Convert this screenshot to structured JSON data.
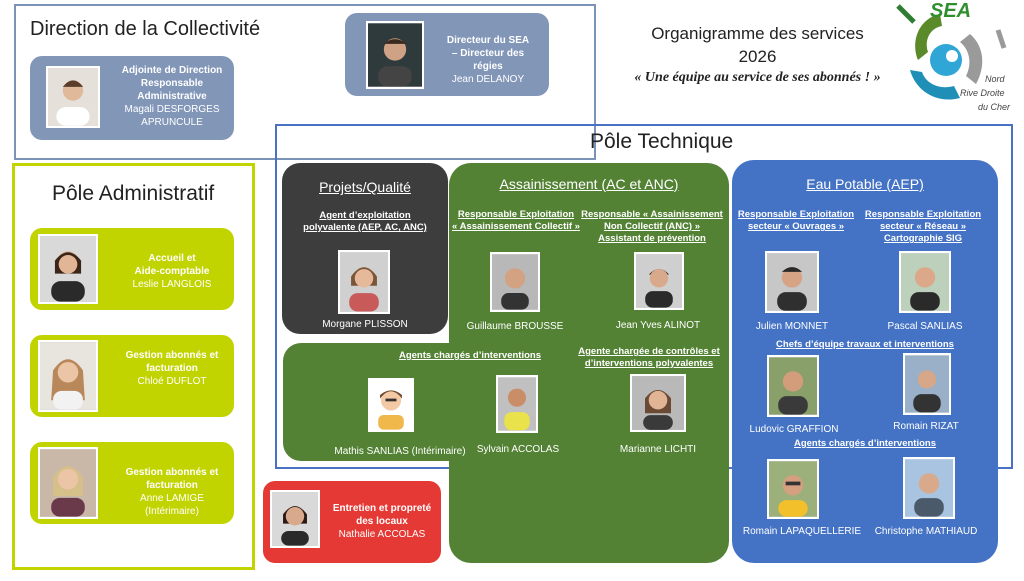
{
  "header": {
    "title_line1": "Organigramme des services",
    "title_line2": "2026",
    "slogan": "« Une équipe au service de ses abonnés ! »"
  },
  "logo": {
    "name": "SEA",
    "line1": "Nord",
    "line2": "Rive Droite",
    "line3": "du Cher"
  },
  "direction": {
    "title": "Direction de la Collectivité",
    "adjointe": {
      "role_line1": "Adjointe de Direction",
      "role_line2": "Responsable",
      "role_line3": "Administrative",
      "name_line1": "Magali DESFORGES",
      "name_line2": "APRUNCULE"
    },
    "directeur": {
      "role_line1": "Directeur du SEA",
      "role_line2": "– Directeur des",
      "role_line3": "régies",
      "name": "Jean DELANOY"
    }
  },
  "admin": {
    "title": "Pôle Administratif",
    "members": [
      {
        "role_line1": "Accueil et",
        "role_line2": "Aide-comptable",
        "name_line1": "Leslie LANGLOIS",
        "name_line2": ""
      },
      {
        "role_line1": "Gestion abonnés et",
        "role_line2": "facturation",
        "name_line1": "Chloé DUFLOT",
        "name_line2": ""
      },
      {
        "role_line1": "Gestion abonnés et",
        "role_line2": "facturation",
        "name_line1": "Anne LAMIGE",
        "name_line2": "(Intérimaire)"
      }
    ],
    "entretien": {
      "role_line1": "Entretien et propreté",
      "role_line2": "des locaux",
      "name": "Nathalie ACCOLAS"
    }
  },
  "technique": {
    "title": "Pôle Technique",
    "projets": {
      "title": "Projets/Qualité",
      "role_line1": "Agent d’exploitation",
      "role_line2": "polyvalente (AEP, AC, ANC)",
      "name": "Morgane PLISSON"
    },
    "assainissement": {
      "title": "Assainissement (AC et ANC)",
      "role1_line1": "Responsable Exploitation",
      "role1_line2": "« Assainissement Collectif »",
      "name1": "Guillaume BROUSSE",
      "role2_line1": "Responsable « Assainissement",
      "role2_line2": "Non Collectif (ANC) »",
      "role2_line3": "Assistant de prévention",
      "name2": "Jean Yves ALINOT",
      "agents_title": "Agents chargés d’interventions",
      "agent1": "Mathis SANLIAS (Intérimaire)",
      "agent2": "Sylvain ACCOLAS",
      "controle_line1": "Agente chargée de contrôles et",
      "controle_line2": "d’interventions polyvalentes",
      "agent3": "Marianne LICHTI"
    },
    "eau_potable": {
      "title": "Eau Potable (AEP)",
      "role1_line1": "Responsable Exploitation",
      "role1_line2": "secteur « Ouvrages »",
      "name1": "Julien MONNET",
      "role2_line1": "Responsable Exploitation",
      "role2_line2": "secteur « Réseau »",
      "role2_line3": "Cartographie SIG",
      "name2": "Pascal SANLIAS",
      "chefs_title": "Chefs d’équipe travaux et interventions",
      "chef1": "Ludovic GRAFFION",
      "chef2": "Romain RIZAT",
      "agents_title": "Agents chargés d’interventions",
      "agent1": "Romain LAPAQUELLERIE",
      "agent2": "Christophe MATHIAUD"
    }
  },
  "colors": {
    "direction_card": "#8296b8",
    "admin_lime": "#c2d400",
    "entretien_red": "#e53935",
    "projets_dark": "#3d3d3d",
    "assainissement_green": "#548235",
    "eau_potable_blue": "#4472c4"
  }
}
